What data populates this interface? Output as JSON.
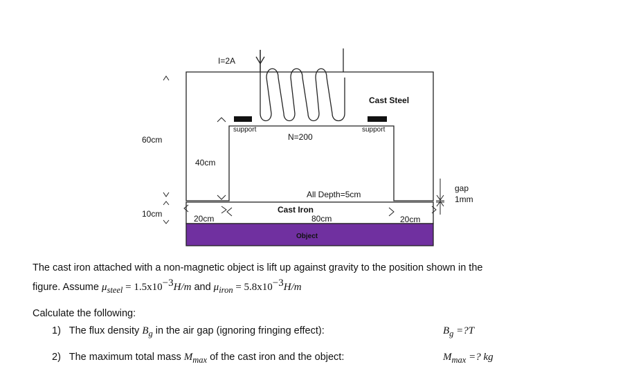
{
  "diagram": {
    "current_label": "I=2A",
    "turns_label": "N=200",
    "cast_steel_label": "Cast Steel",
    "cast_iron_label": "Cast Iron",
    "support_left": "support",
    "support_right": "support",
    "depth_label": "All Depth=5cm",
    "gap_label_1": "gap",
    "gap_label_2": "1mm",
    "dim_height": "60cm",
    "dim_inner": "40cm",
    "dim_iron_thickness": "10cm",
    "dim_width_left": "20cm",
    "dim_width_mid": "80cm",
    "dim_width_right": "20cm",
    "object_label": "Object",
    "object_color": "#7030a0"
  },
  "problem": {
    "intro_1": "The cast iron attached with a non-magnetic object is lift up against gravity to the position shown in the",
    "intro_2a": "figure. Assume ",
    "mu_steel_sub": "steel",
    "mu_steel_val": " = 1.5x10",
    "mu_steel_exp": "−3",
    "mu_steel_unit": "H/m",
    "and_text": " and ",
    "mu_iron_sub": "iron",
    "mu_iron_val": " = 5.8x10",
    "mu_iron_exp": "−3",
    "mu_iron_unit": "H/m",
    "calc_heading": "Calculate the following:",
    "q1_num": "1)",
    "q1_text": "The flux density ",
    "q1_sym_sub": "g",
    "q1_tail": " in the air gap (ignoring fringing effect):",
    "q1_answer_sub": "g",
    "q1_answer_tail": " =?T",
    "q2_num": "2)",
    "q2_text": "The maximum total mass ",
    "q2_sym_sub": "max",
    "q2_tail": " of the cast iron and the object:",
    "q2_answer_sub": "max",
    "q2_answer_tail": " =? kg"
  }
}
